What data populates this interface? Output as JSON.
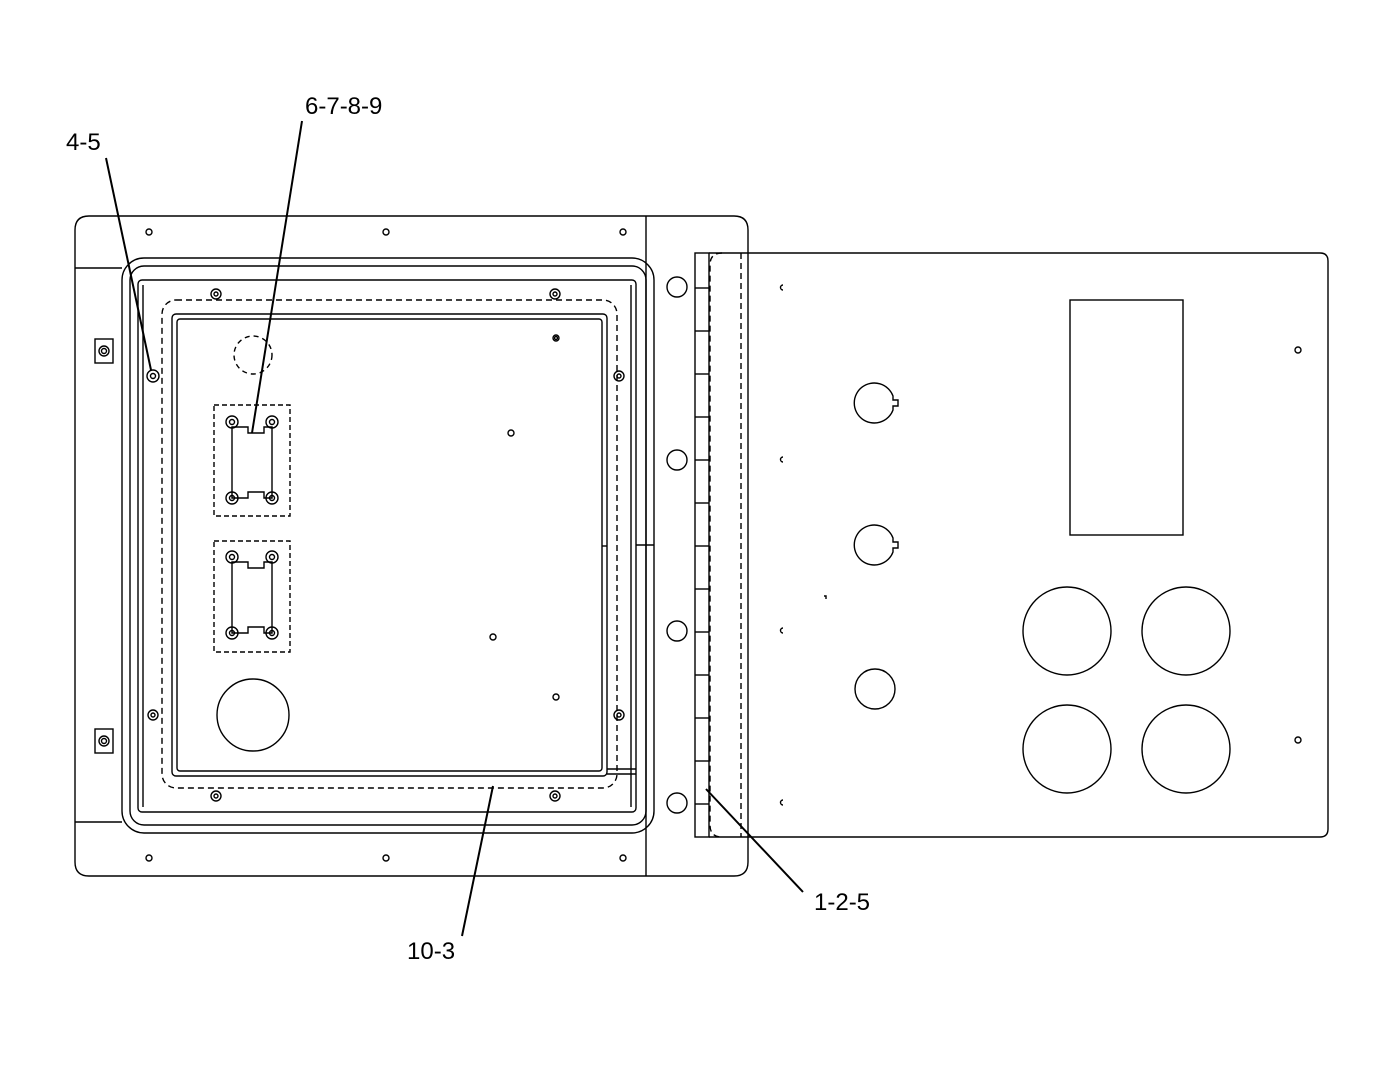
{
  "diagram": {
    "callouts": {
      "screws_frame": "4-5",
      "connector_plates": "6-7-8-9",
      "hinge_door": "1-2-5",
      "gasket": "10-3"
    },
    "colors": {
      "line": "#000000",
      "background": "#ffffff"
    }
  }
}
